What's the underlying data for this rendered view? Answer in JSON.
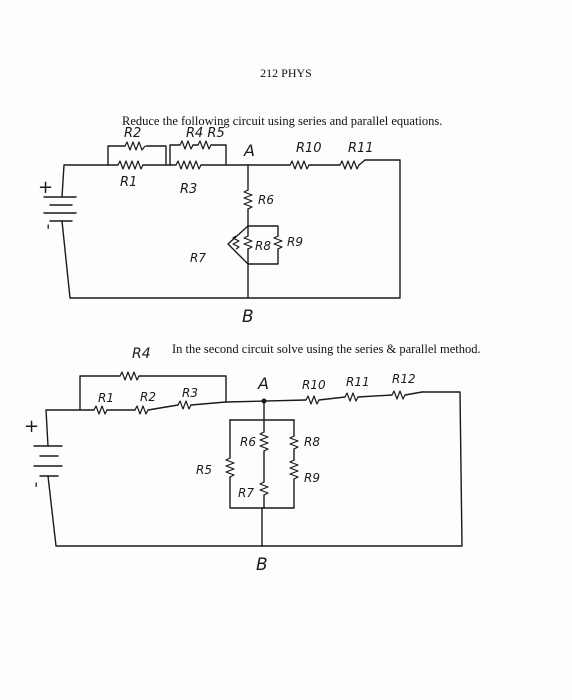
{
  "page": {
    "header": "212 PHYS",
    "instruction_1": "Reduce the following circuit using series and parallel equations.",
    "instruction_2": "In the second circuit solve using the series & parallel method."
  },
  "circuit1": {
    "labels": {
      "R2": "R2",
      "R4R5": "R4 R5",
      "A": "A",
      "R10": "R10",
      "R11": "R11",
      "R1": "R1",
      "R3": "R3",
      "R6": "R6",
      "R7": "R7",
      "R8": "R8",
      "R9": "R9",
      "B": "B",
      "plus": "+",
      "minus": "'"
    }
  },
  "circuit2": {
    "labels": {
      "R4": "R4",
      "R1": "R1",
      "R2": "R2",
      "R3": "R3",
      "A": "A",
      "R10": "R10",
      "R11": "R11",
      "R12": "R12",
      "R6": "R6",
      "R8": "R8",
      "R5": "R5",
      "R7": "R7",
      "R9": "R9",
      "B": "B",
      "plus": "+",
      "minus": "'"
    }
  }
}
